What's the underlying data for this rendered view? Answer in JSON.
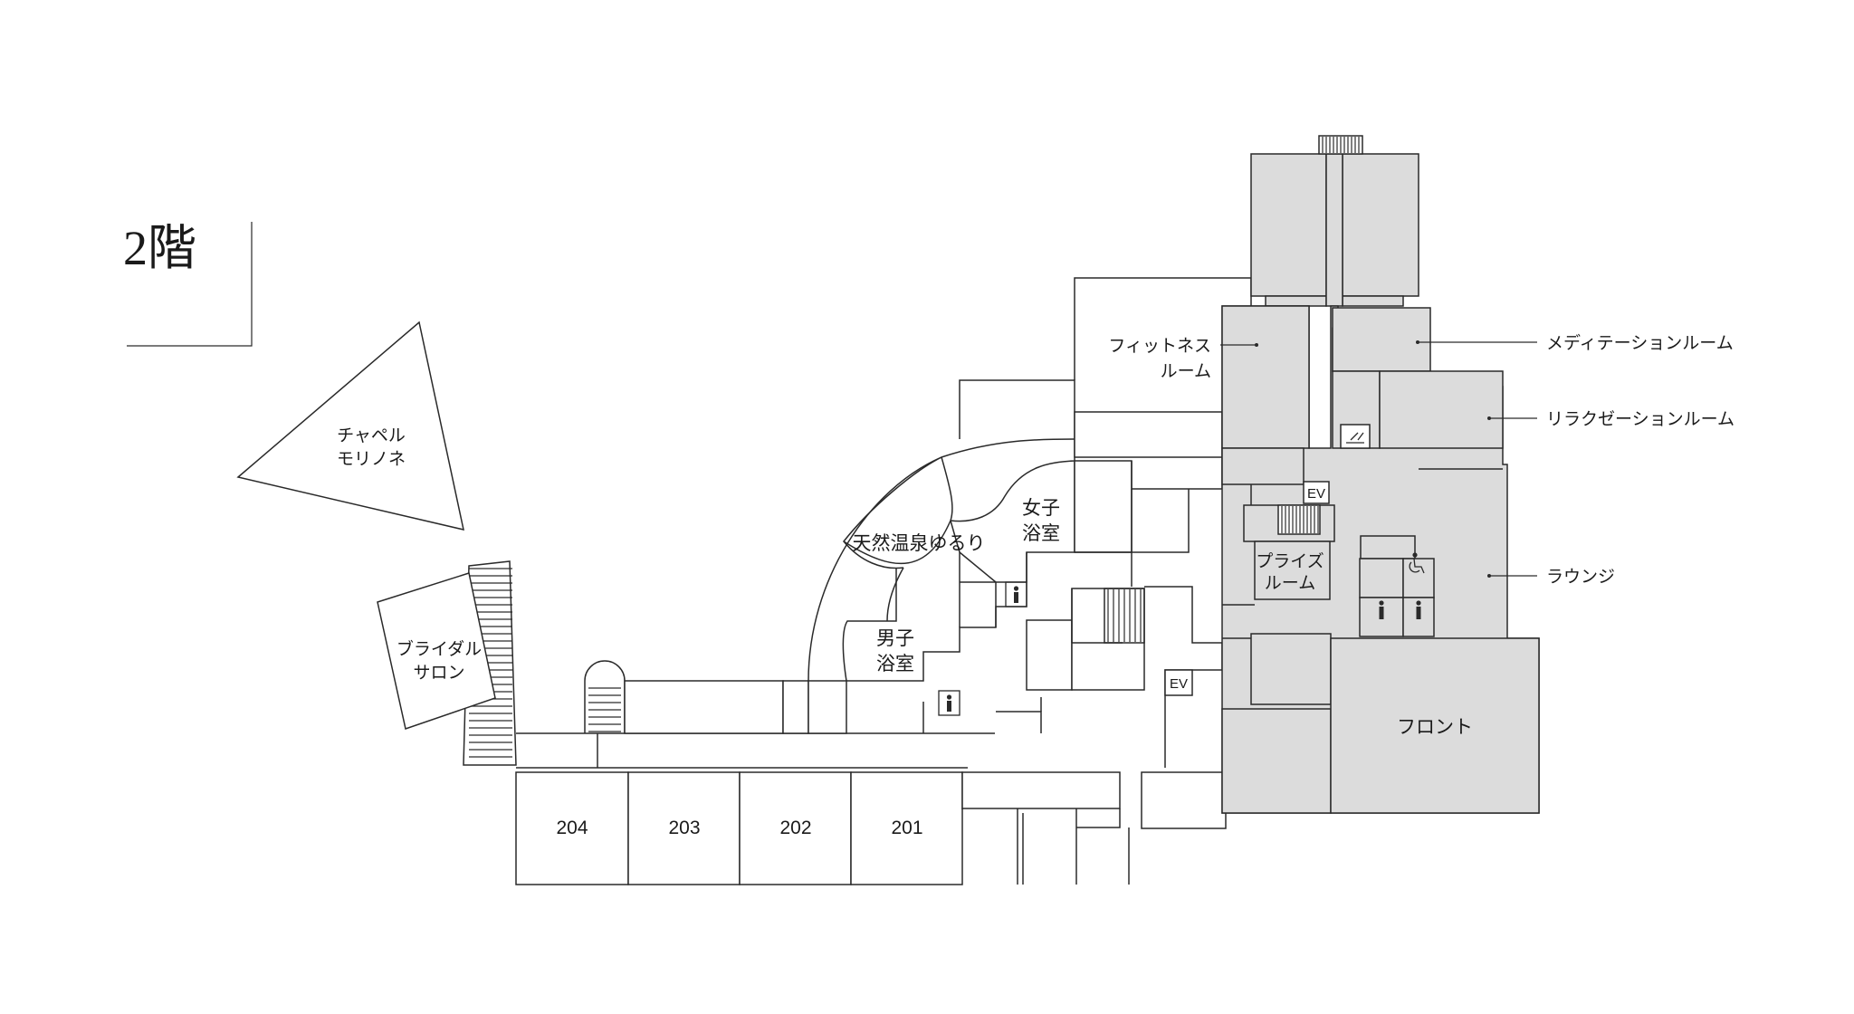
{
  "floor_label": "2階",
  "rooms": {
    "chapel": [
      "チャペル",
      "モリノネ"
    ],
    "bridal": [
      "ブライダル",
      "サロン"
    ],
    "onsen": "天然温泉ゆるり",
    "womens_bath": [
      "女子",
      "浴室"
    ],
    "mens_bath": [
      "男子",
      "浴室"
    ],
    "fitness": [
      "フィットネス",
      "ルーム"
    ],
    "meditation": "メディテーションルーム",
    "relaxation": "リラクゼーションルーム",
    "prize": [
      "プライズ",
      "ルーム"
    ],
    "lounge": "ラウンジ",
    "front": "フロント"
  },
  "guest_rooms": [
    "204",
    "203",
    "202",
    "201"
  ],
  "elevator_label": "EV",
  "icons": [
    "wheelchair-icon",
    "restroom-person-icon",
    "smoking-area-icon",
    "stairs-icon"
  ],
  "colors": {
    "shaded": "#dcdcdc",
    "line": "#2a2a2a"
  }
}
